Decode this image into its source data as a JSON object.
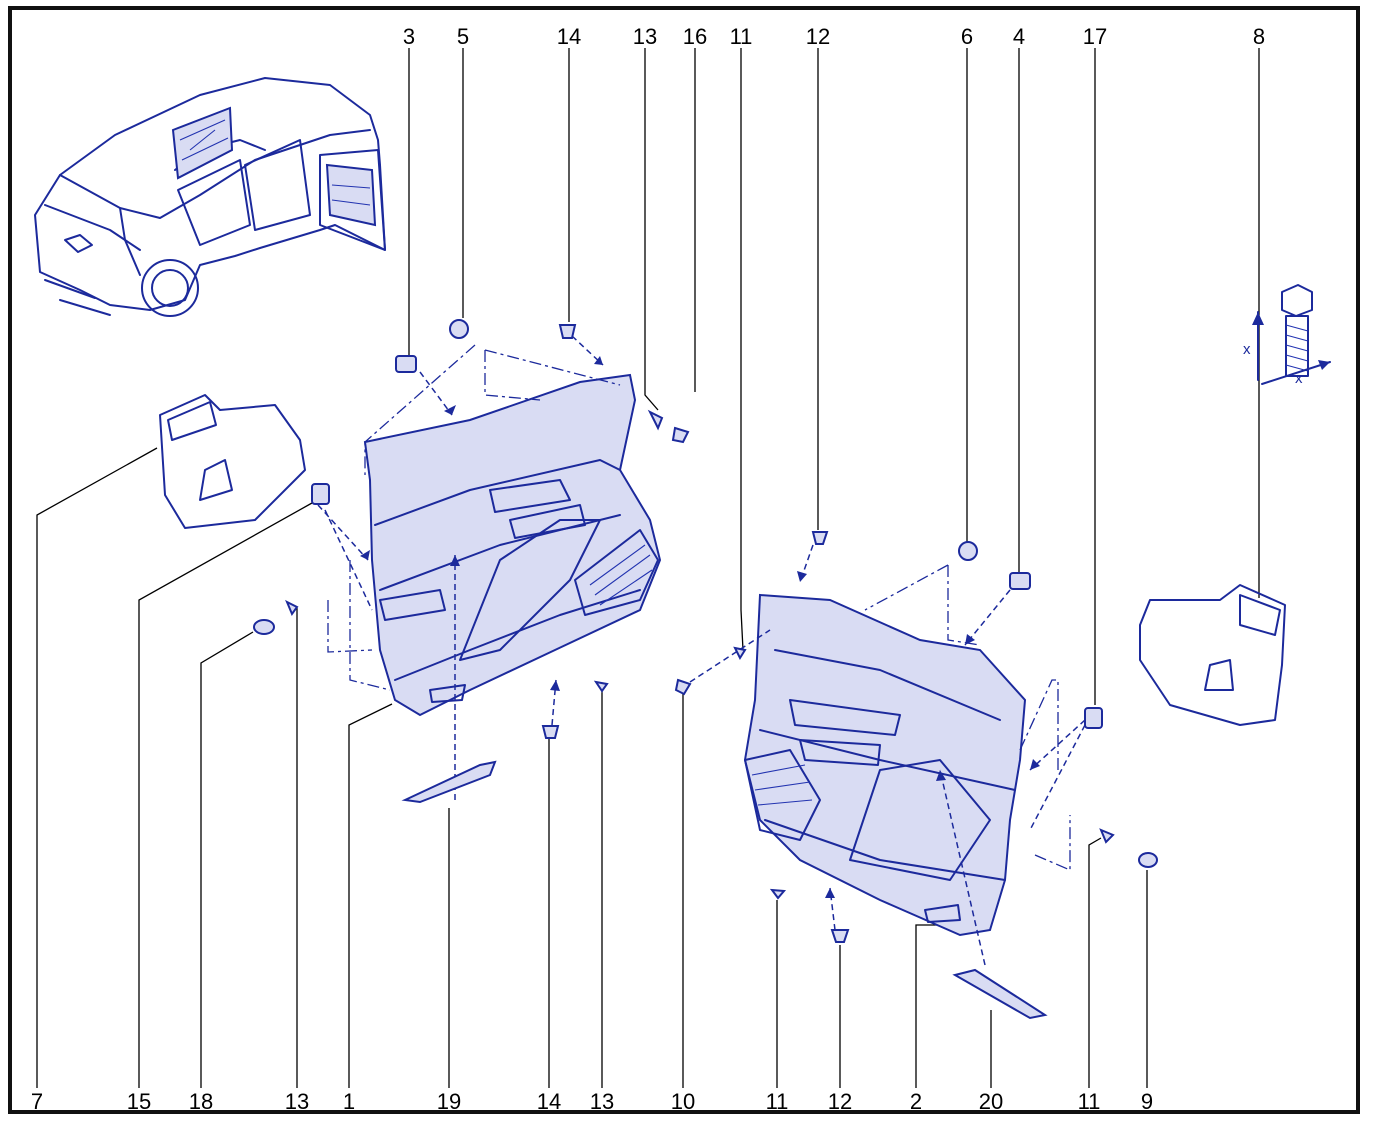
{
  "top_labels": [
    "3",
    "5",
    "14",
    "13",
    "16",
    "11",
    "12",
    "6",
    "4",
    "17",
    "8"
  ],
  "bottom_labels": [
    "7",
    "15",
    "18",
    "13",
    "1",
    "19",
    "14",
    "13",
    "10",
    "11",
    "12",
    "2",
    "20",
    "11",
    "9"
  ],
  "inset": {
    "x_mark": "x",
    "x_mark2": "x"
  },
  "colors": {
    "line": "#1c2a9c",
    "fill": "#d9dcf3",
    "frame": "#111111"
  }
}
